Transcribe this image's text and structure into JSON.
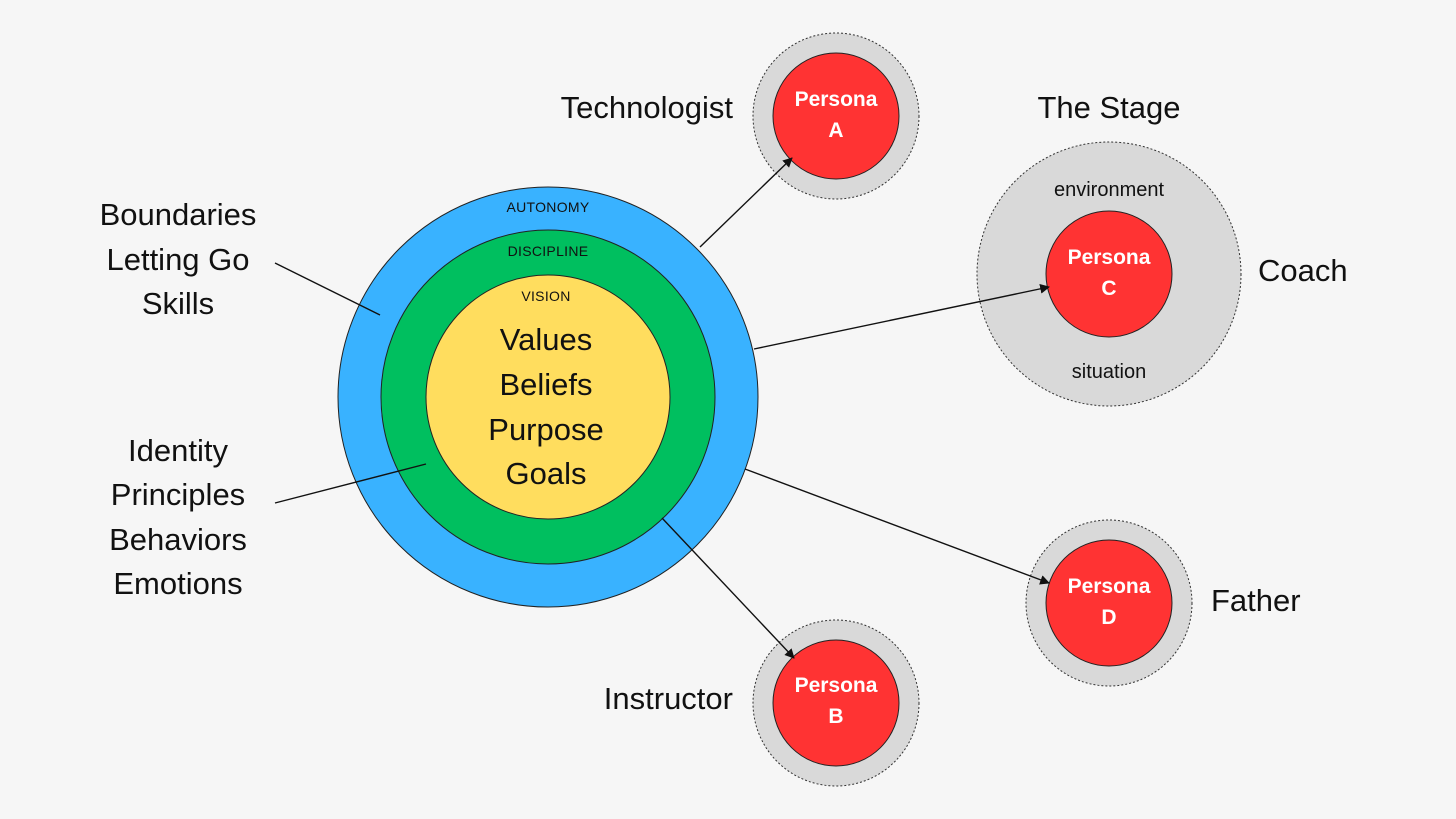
{
  "left_top_labels": [
    "Boundaries",
    "Letting Go",
    "Skills"
  ],
  "left_bottom_labels": [
    "Identity",
    "Principles",
    "Behaviors",
    "Emotions"
  ],
  "rings": {
    "outer": "AUTONOMY",
    "middle": "DISCIPLINE",
    "inner": "VISION"
  },
  "core_labels": [
    "Values",
    "Beliefs",
    "Purpose",
    "Goals"
  ],
  "personas": {
    "a": {
      "title": "Technologist",
      "line1": "Persona",
      "line2": "A"
    },
    "b": {
      "title": "Instructor",
      "line1": "Persona",
      "line2": "B"
    },
    "c": {
      "title": "Coach",
      "line1": "Persona",
      "line2": "C",
      "heading": "The Stage",
      "top_note": "environment",
      "bottom_note": "situation"
    },
    "d": {
      "title": "Father",
      "line1": "Persona",
      "line2": "D"
    }
  },
  "colors": {
    "background": "#f6f6f6",
    "autonomy": "#39b2ff",
    "discipline": "#00bf5f",
    "vision": "#ffdd5e",
    "persona": "#ff3333",
    "halo": "#d9d9d9"
  }
}
